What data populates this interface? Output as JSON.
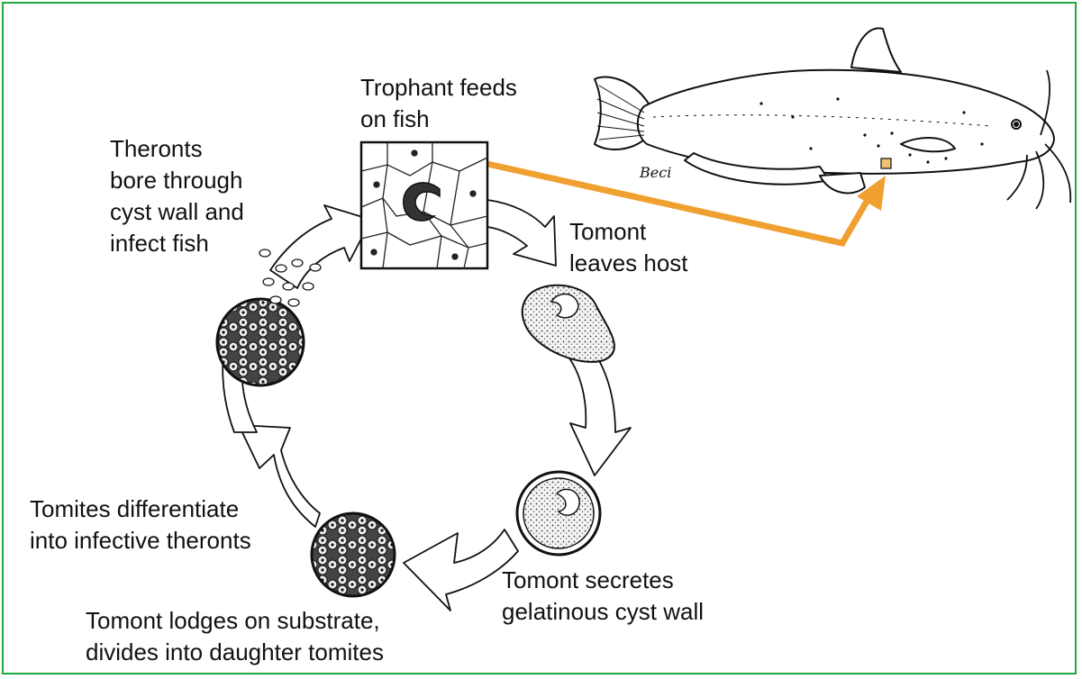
{
  "labels": {
    "trophont": [
      "Trophant feeds",
      "on fish"
    ],
    "theronts": [
      "Theronts",
      "bore through",
      "cyst wall and",
      "infect fish"
    ],
    "tomont_leaves": [
      "Tomont",
      "leaves host"
    ],
    "tomont_secretes": [
      "Tomont secretes",
      "gelatinous cyst wall"
    ],
    "tomont_lodges": [
      "Tomont lodges on substrate,",
      "divides into daughter tomites"
    ],
    "tomites": [
      "Tomites differentiate",
      "into infective theronts"
    ]
  },
  "signature": "Beci",
  "colors": {
    "frame": "#1faa3c",
    "pointer_arrow": "#f0a030",
    "ink": "#111111"
  }
}
